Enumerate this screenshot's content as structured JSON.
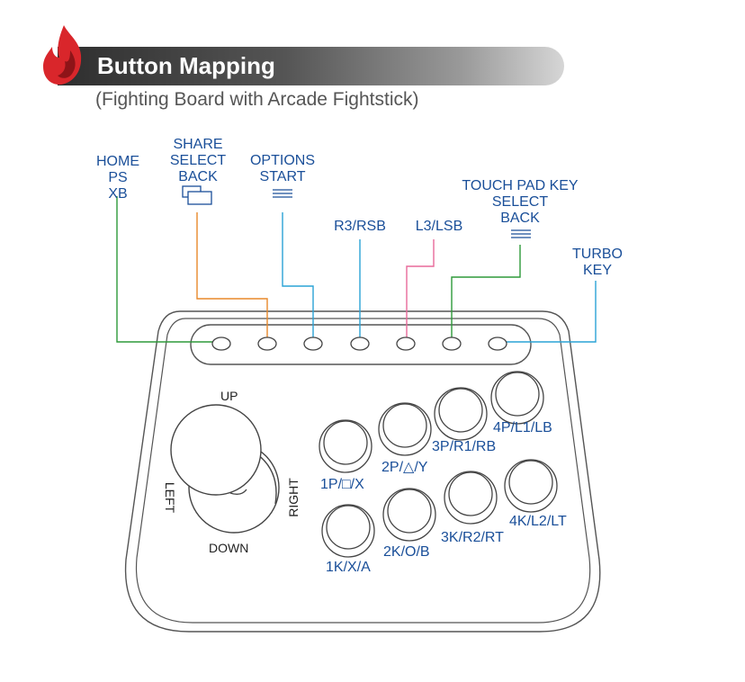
{
  "header": {
    "title": "Button Mapping",
    "subtitle": "(Fighting Board with Arcade Fightstick)"
  },
  "top_labels": {
    "home": [
      "HOME",
      "PS",
      "XB"
    ],
    "share": [
      "SHARE",
      "SELECT",
      "BACK"
    ],
    "options": [
      "OPTIONS",
      "START"
    ],
    "r3": "R3/RSB",
    "l3": "L3/LSB",
    "touchpad": [
      "TOUCH PAD KEY",
      "SELECT",
      "BACK"
    ],
    "turbo": [
      "TURBO",
      "KEY"
    ]
  },
  "joystick": {
    "up": "UP",
    "down": "DOWN",
    "left": "LEFT",
    "right": "RIGHT"
  },
  "action_buttons": {
    "b1p": "1P/□/X",
    "b2p": "2P/△/Y",
    "b3p": "3P/R1/RB",
    "b4p": "4P/L1/LB",
    "b1k": "1K/X/A",
    "b2k": "2K/O/B",
    "b3k": "3K/R2/RT",
    "b4k": "4K/L2/LT"
  },
  "colors": {
    "label": "#1a4f99",
    "home_line": "#2e9a3a",
    "share_line": "#e8892a",
    "blue_line": "#2aa3d6",
    "l3_line": "#e86a9a",
    "touchpad_line": "#2e9a3a",
    "turbo_line": "#2aa3d6"
  },
  "icons": {
    "brand": "flame-icon",
    "share": "share-windows-icon",
    "options": "menu-lines-icon",
    "touchpad": "menu-lines-icon"
  }
}
